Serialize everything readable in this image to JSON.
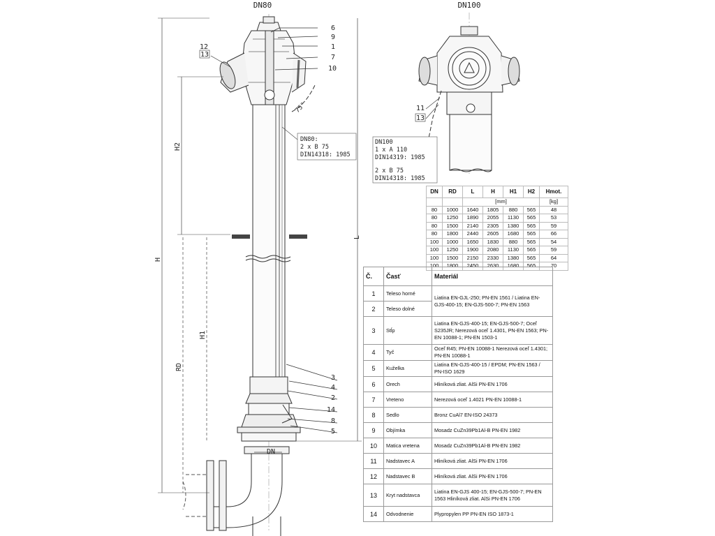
{
  "views": {
    "dn80_label": "DN80",
    "dn100_label": "DN100"
  },
  "callouts": {
    "left": [
      "12",
      "13"
    ],
    "right": [
      "6",
      "9",
      "1",
      "7",
      "10"
    ],
    "bottom": [
      "3",
      "4",
      "2",
      "14",
      "8",
      "5"
    ],
    "dn100": [
      "11",
      "13"
    ]
  },
  "dims": {
    "h": "H",
    "h1": "H1",
    "h2": "H2",
    "l": "L",
    "rd": "RD",
    "dn": "DN",
    "angle": "75°"
  },
  "notes": {
    "dn80": [
      "DN80:",
      "2 x B 75",
      "DIN14318: 1985"
    ],
    "dn100": [
      "DN100",
      "1 x A 110",
      "DIN14319: 1985",
      "2 x B 75",
      "DIN14318: 1985"
    ]
  },
  "dimension_table": {
    "headers": [
      "DN",
      "RD",
      "L",
      "H",
      "H1",
      "H2",
      "Hmot."
    ],
    "units": {
      "mm": "[mm]",
      "kg": "[kg]"
    },
    "rows": [
      [
        "80",
        "1000",
        "1640",
        "1805",
        "880",
        "565",
        "48"
      ],
      [
        "80",
        "1250",
        "1890",
        "2055",
        "1130",
        "565",
        "53"
      ],
      [
        "80",
        "1500",
        "2140",
        "2305",
        "1380",
        "565",
        "59"
      ],
      [
        "80",
        "1800",
        "2440",
        "2605",
        "1680",
        "565",
        "66"
      ],
      [
        "100",
        "1000",
        "1650",
        "1830",
        "880",
        "565",
        "54"
      ],
      [
        "100",
        "1250",
        "1900",
        "2080",
        "1130",
        "565",
        "59"
      ],
      [
        "100",
        "1500",
        "2150",
        "2330",
        "1380",
        "565",
        "64"
      ],
      [
        "100",
        "1800",
        "2450",
        "2630",
        "1680",
        "565",
        "70"
      ]
    ]
  },
  "parts_table": {
    "headers": [
      "Č.",
      "Časť",
      "Materiál"
    ],
    "rows": [
      {
        "num": "1",
        "part": "Teleso horné",
        "material": "Liatina EN-GJL-250; PN-EN 1561 / Liatina EN-GJS-400-15; EN-GJS-500-7; PN-EN 1563",
        "span": 2
      },
      {
        "num": "2",
        "part": "Teleso dolné"
      },
      {
        "num": "3",
        "part": "Stĺp",
        "material": "Liatina EN-GJS-400-15; EN-GJS-500-7; Oceľ S235JR; Nerezová oceľ 1.4301, PN-EN 1563; PN-EN 10088-1; PN-EN 1503-1"
      },
      {
        "num": "4",
        "part": "Tyč",
        "material": "Oceľ R45; PN-EN 10088-1 Nerezová oceľ 1.4301; PN-EN 10088-1"
      },
      {
        "num": "5",
        "part": "Kuželka",
        "material": "Liatina EN-GJS-400-15 / EPDM; PN-EN 1563 / PN-ISO 1629"
      },
      {
        "num": "6",
        "part": "Orech",
        "material": "Hliníková zliat. AlSi PN-EN 1706"
      },
      {
        "num": "7",
        "part": "Vreteno",
        "material": "Nerezová oceľ 1.4021 PN-EN 10088-1"
      },
      {
        "num": "8",
        "part": "Sedlo",
        "material": "Bronz CuAl7 EN-ISO 24373"
      },
      {
        "num": "9",
        "part": "Objímka",
        "material": "Mosadz CuZn39Pb1Al-B PN-EN 1982"
      },
      {
        "num": "10",
        "part": "Matica vretena",
        "material": "Mosadz CuZn39Pb1Al-B PN-EN 1982"
      },
      {
        "num": "11",
        "part": "Nadstavec A",
        "material": "Hliníková zliat. AlSi PN-EN 1706"
      },
      {
        "num": "12",
        "part": "Nadstavec B",
        "material": "Hliníková zliat. AlSi PN-EN 1706"
      },
      {
        "num": "13",
        "part": "Kryt nadstavca",
        "material": "Liatina EN-GJS 400-15; EN-GJS-500-7; PN-EN 1563 Hliníková zliat. AlSi PN-EN 1706"
      },
      {
        "num": "14",
        "part": "Odvodnenie",
        "material": "Plypropylen PP PN-EN ISO 1873-1"
      }
    ]
  }
}
